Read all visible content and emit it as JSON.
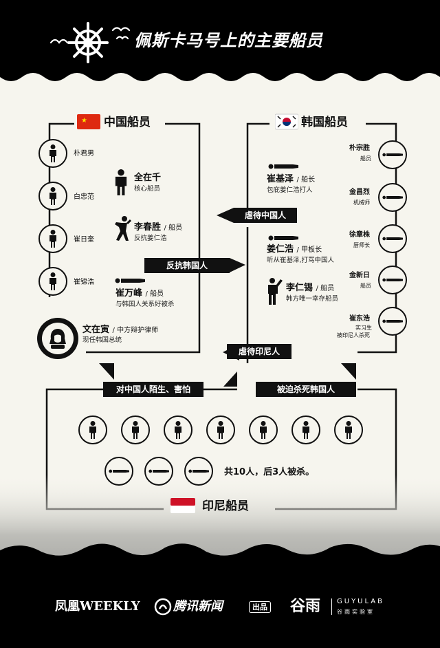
{
  "title": "佩斯卡马号上的主要船员",
  "china": {
    "label": "中国船员",
    "circle_crew": [
      {
        "name": "朴君男"
      },
      {
        "name": "白忠范"
      },
      {
        "name": "崔日奎"
      },
      {
        "name": "崔锦浩"
      }
    ],
    "lawyer": {
      "name": "文在寅",
      "role": "/ 中方辩护律师",
      "note": "现任韩国总统"
    },
    "members": [
      {
        "name": "全在千",
        "role": "",
        "note": "核心船员"
      },
      {
        "name": "李春胜",
        "role": "/ 船员",
        "note": "反抗姜仁浩"
      },
      {
        "name": "崔万峰",
        "role": "/ 船员",
        "note": "与韩国人关系好被杀"
      }
    ]
  },
  "korea": {
    "label": "韩国船员",
    "members": [
      {
        "name": "崔基泽",
        "role": "/ 船长",
        "note": "包庇姜仁浩打人"
      },
      {
        "name": "姜仁浩",
        "role": "/ 甲板长",
        "note": "听从崔基泽,打骂中国人"
      },
      {
        "name": "李仁锡",
        "role": "/ 船员",
        "note": "韩方唯一幸存船员"
      }
    ],
    "circle_crew": [
      {
        "name": "朴宗胜",
        "role": "船员"
      },
      {
        "name": "金昌烈",
        "role": "机械师"
      },
      {
        "name": "徐章株",
        "role": "厨师长"
      },
      {
        "name": "金新日",
        "role": "船员"
      },
      {
        "name": "崔东浩",
        "role": "实习生",
        "role2": "被印尼人杀死"
      }
    ]
  },
  "relations": {
    "abuse_china": "虐待中国人",
    "resist_korea": "反抗韩国人",
    "abuse_indonesia": "虐待印尼人",
    "indo_to_china": "对中国人陌生、害怕",
    "indo_to_korea": "被迫杀死韩国人"
  },
  "indonesia": {
    "label": "印尼船员",
    "summary": "共10人，后3人被杀。",
    "alive_count": 7,
    "killed_count": 3
  },
  "footer": {
    "logo1": "凤凰WEEKLY",
    "logo2": "腾讯新闻",
    "logo2_tag": "出品",
    "logo3": "谷雨",
    "logo3_en": "GUYULAB",
    "logo3_cn": "谷雨实验室"
  },
  "colors": {
    "ink": "#111111",
    "paper": "#f6f5ee",
    "china_red": "#de2910",
    "indo_red": "#ce1126"
  }
}
